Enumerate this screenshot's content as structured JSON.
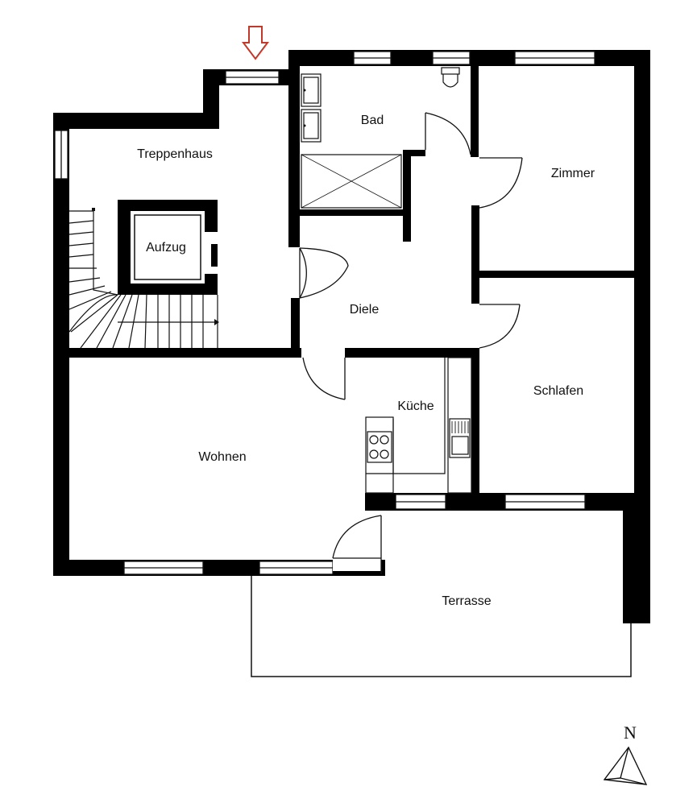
{
  "plan": {
    "colors": {
      "wall": "#000000",
      "line": "#111111",
      "background": "#ffffff",
      "entrance_arrow": "#c0392b"
    },
    "rooms": {
      "treppenhaus": "Treppenhaus",
      "aufzug": "Aufzug",
      "bad": "Bad",
      "zimmer": "Zimmer",
      "diele": "Diele",
      "kueche": "Küche",
      "schlafen": "Schlafen",
      "wohnen": "Wohnen",
      "terrasse": "Terrasse"
    },
    "compass": {
      "label": "N"
    },
    "icons": {
      "entrance": "entrance-arrow-icon",
      "compass": "compass-north-icon"
    }
  }
}
